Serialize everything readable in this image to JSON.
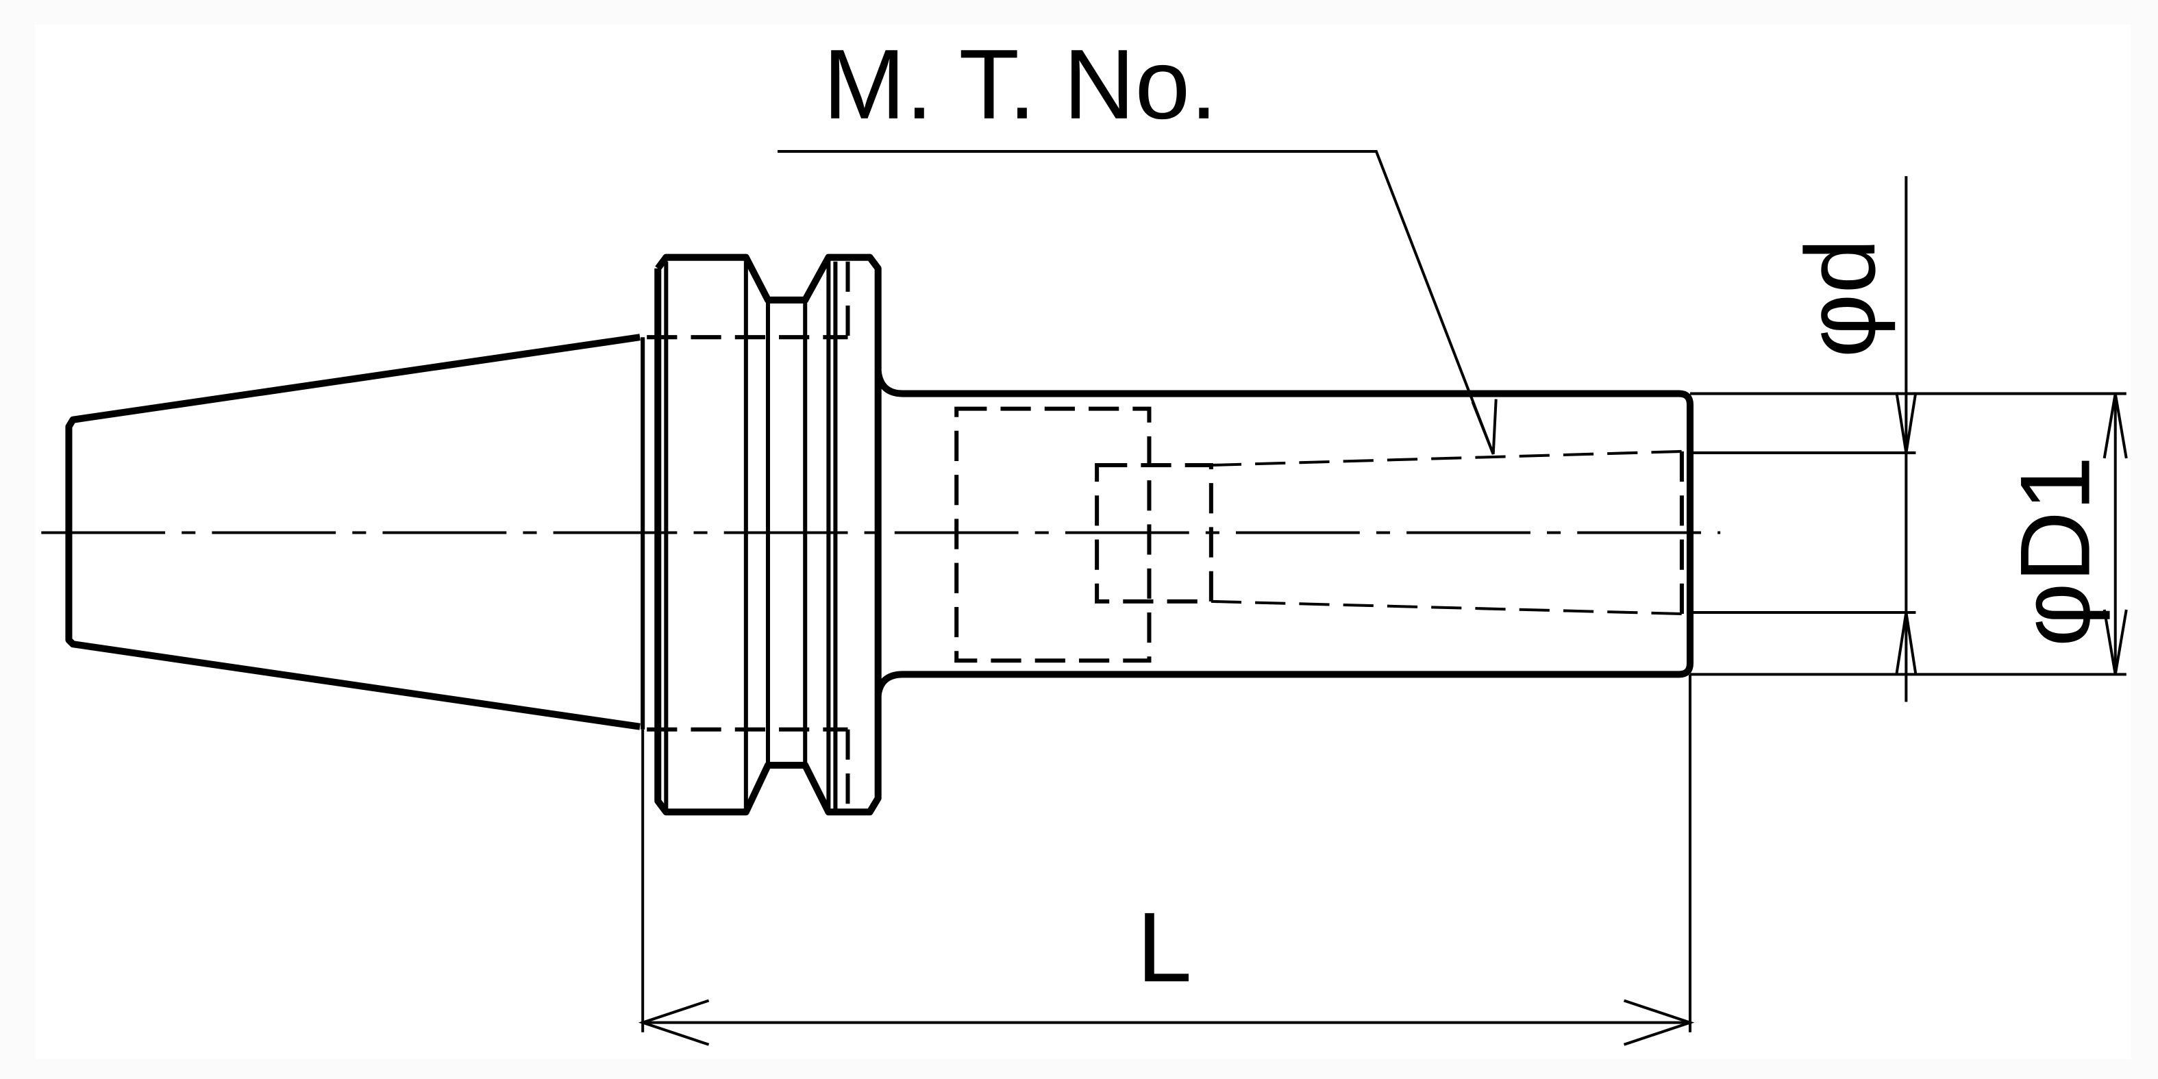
{
  "drawing": {
    "labels": {
      "morse_taper": "M. T. No.",
      "bore_diameter": "φd",
      "body_diameter": "φD1",
      "length": "L"
    },
    "colors": {
      "line": "#000000",
      "background": "#ffffff",
      "margin": "#fbfbfb"
    }
  }
}
